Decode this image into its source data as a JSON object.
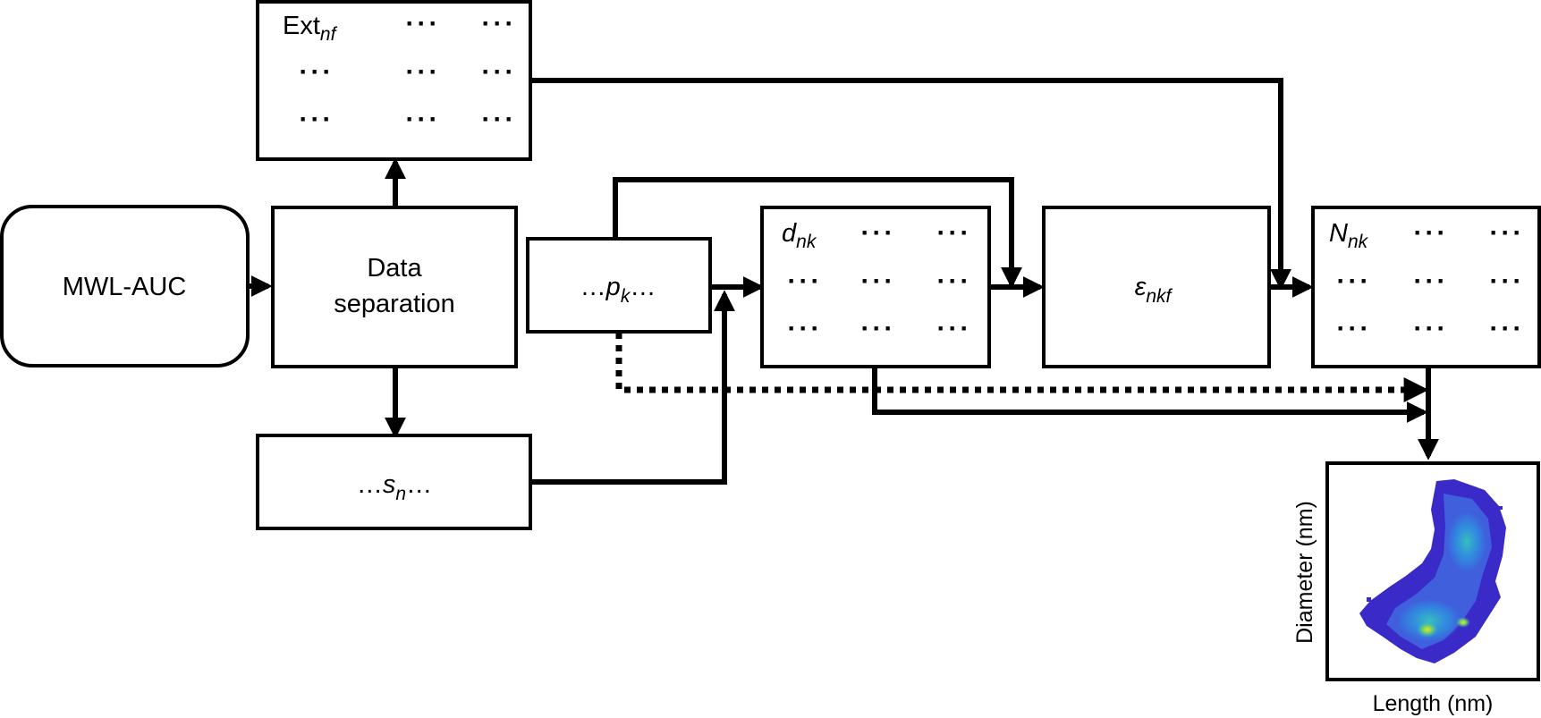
{
  "nodes": {
    "mwl_auc": {
      "label": "MWL-AUC"
    },
    "data_separation": {
      "line1": "Data",
      "line2": "separation"
    },
    "ext": {
      "base": "Ext",
      "sub": "nf"
    },
    "pk": {
      "prefix": "…",
      "base": "p",
      "sub": "k",
      "suffix": "…"
    },
    "sn": {
      "prefix": "…",
      "base": "s",
      "sub": "n",
      "suffix": "…"
    },
    "dnk": {
      "base": "d",
      "sub": "nk"
    },
    "eps": {
      "base": "ε",
      "sub": "nkf"
    },
    "Nnk": {
      "base": "N",
      "sub": "nk"
    }
  },
  "matrix_placeholder": "···",
  "plot": {
    "xlabel": "Length (nm)",
    "ylabel": "Diameter (nm)",
    "colormap": [
      "#3a2bc8",
      "#3f5fdc",
      "#2f8fe0",
      "#34c0c0",
      "#7ed35a",
      "#e6e030"
    ]
  }
}
